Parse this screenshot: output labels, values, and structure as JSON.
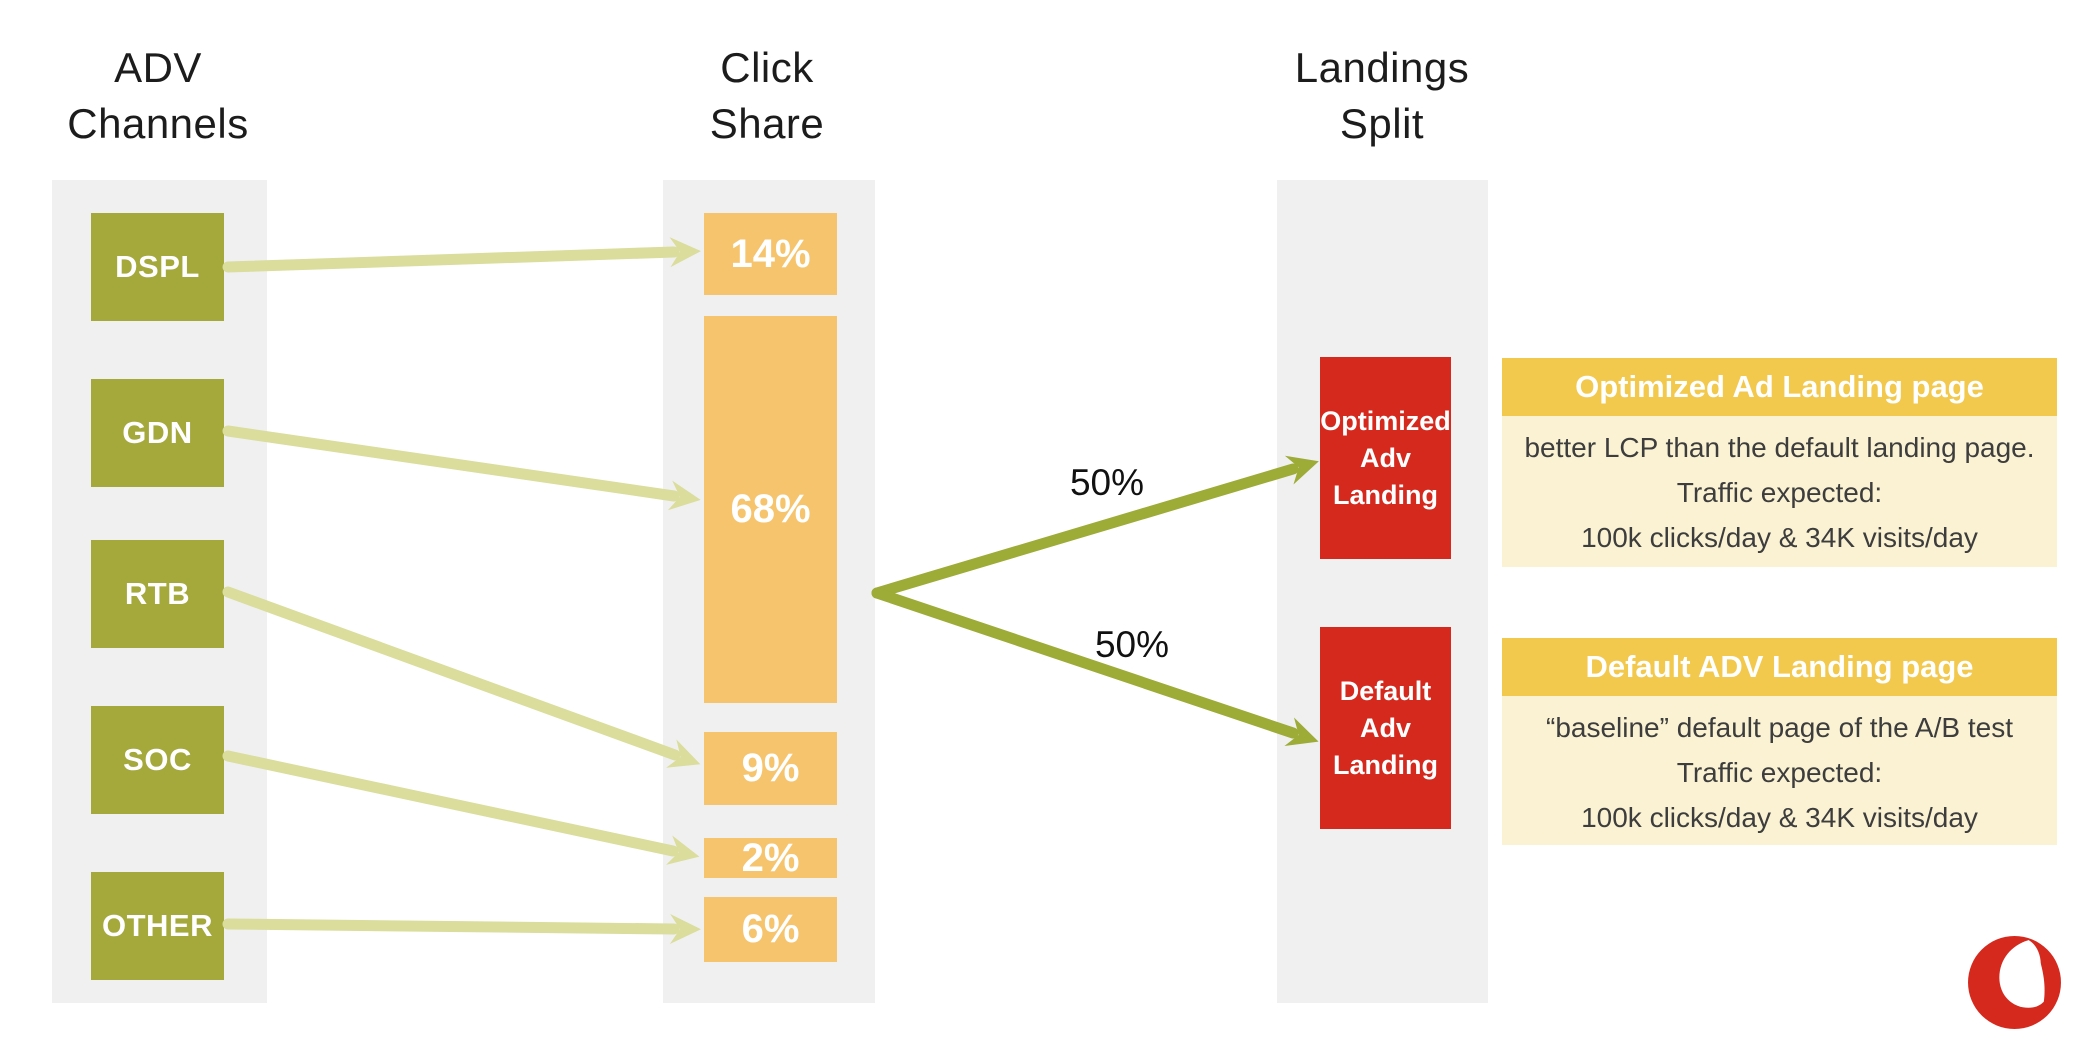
{
  "titles": {
    "adv_channels": {
      "line1": "ADV",
      "line2": "Channels"
    },
    "click_share": {
      "line1": "Click",
      "line2": "Share"
    },
    "landings_split": {
      "line1": "Landings",
      "line2": "Split"
    }
  },
  "adv_channels": [
    "DSPL",
    "GDN",
    "RTB",
    "SOC",
    "OTHER"
  ],
  "click_share": [
    "14%",
    "68%",
    "9%",
    "2%",
    "6%"
  ],
  "split_labels": [
    "50%",
    "50%"
  ],
  "landing_boxes": [
    {
      "line1": "Optimized",
      "line2": "Adv",
      "line3": "Landing"
    },
    {
      "line1": "Default",
      "line2": "Adv",
      "line3": "Landing"
    }
  ],
  "cards": [
    {
      "title": "Optimized Ad Landing page",
      "line1": "better LCP than the default landing page.",
      "line2": "Traffic expected:",
      "line3": "100k clicks/day  & 34K visits/day"
    },
    {
      "title": "Default ADV Landing page",
      "line1": "“baseline” default page of the A/B test",
      "line2": "Traffic expected:",
      "line3": "100k clicks/day  & 34K visits/day"
    }
  ],
  "icons": {
    "logo": "vodafone-speechmark-logo"
  },
  "colors": {
    "channel_green": "#a5a93c",
    "share_orange": "#f6c46d",
    "landing_red": "#d5291e",
    "card_header_gold": "#f2c84d",
    "card_body_cream": "#faf2d2",
    "light_arrow": "#dadd9b",
    "dark_arrow": "#9dab37",
    "column_gray": "#f0f0f0",
    "logo_red": "#d5291e"
  }
}
